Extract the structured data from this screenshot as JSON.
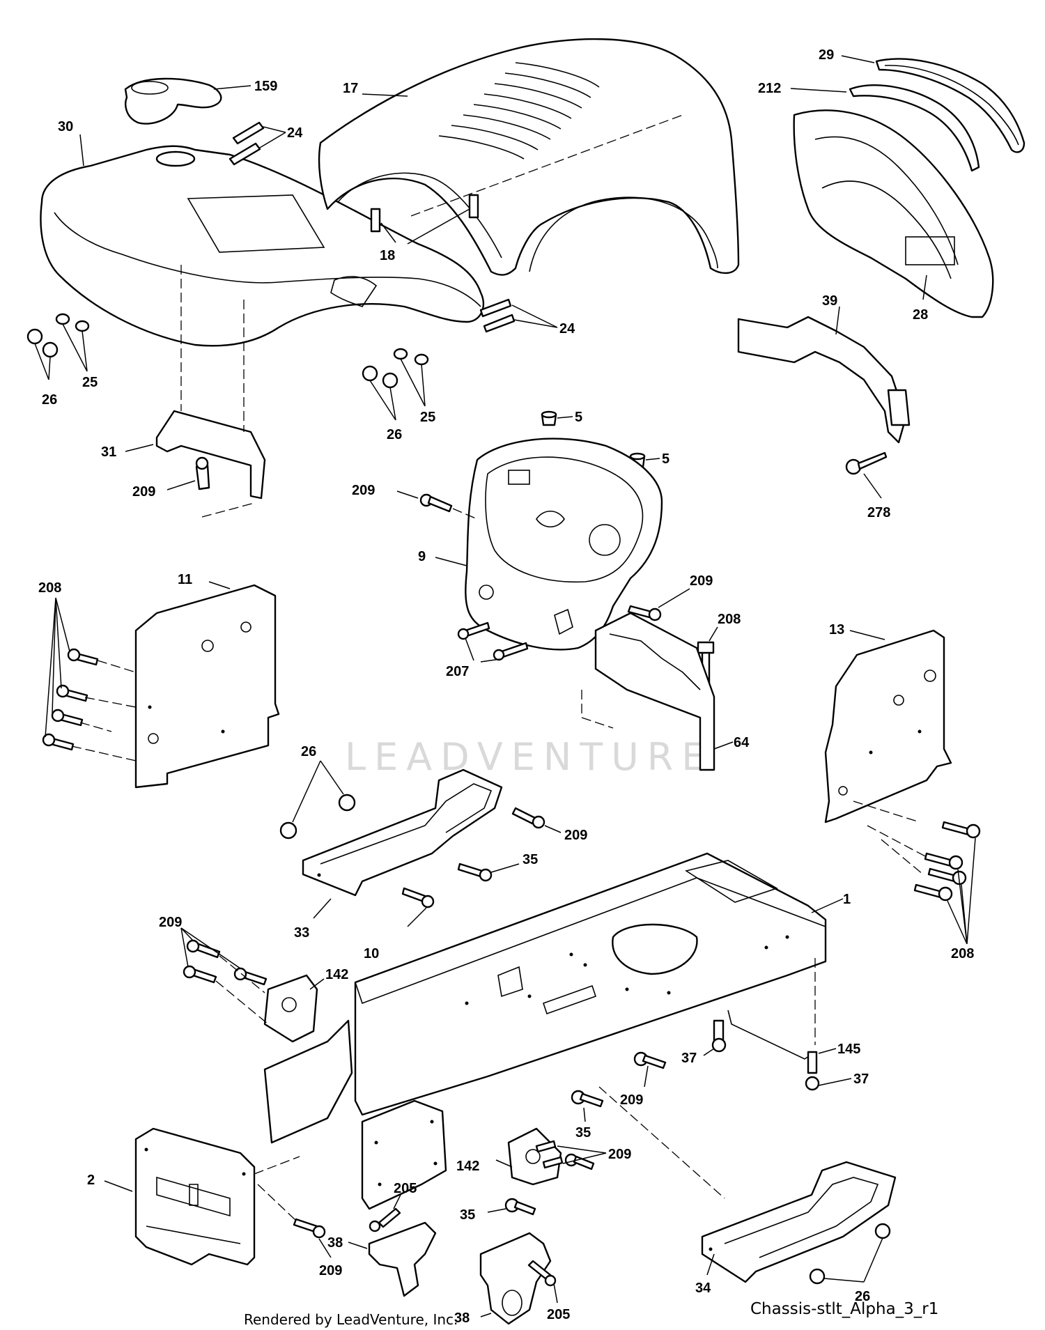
{
  "watermark": {
    "text": "LEADVENTURE"
  },
  "footer": {
    "rendered_by": "Rendered by LeadVenture, Inc.",
    "diagram_code": "Chassis-stlt_Alpha_3_r1"
  },
  "callouts": {
    "c159": "159",
    "c30": "30",
    "c24a": "24",
    "c24b": "24",
    "c17": "17",
    "c18": "18",
    "c29": "29",
    "c212": "212",
    "c28": "28",
    "c39": "39",
    "c278": "278",
    "c25a": "25",
    "c26a": "26",
    "c25b": "25",
    "c26b": "26",
    "c31": "31",
    "c209a": "209",
    "c5a": "5",
    "c5b": "5",
    "c209b": "209",
    "c9": "9",
    "c209c": "209",
    "c208a": "208",
    "c207": "207",
    "c64": "64",
    "c11": "11",
    "c208b": "208",
    "c13": "13",
    "c208c": "208",
    "c26c": "26",
    "c209d": "209",
    "c35a": "35",
    "c33": "33",
    "c10": "10",
    "c1": "1",
    "c209e": "209",
    "c142a": "142",
    "c37a": "37",
    "c145": "145",
    "c37b": "37",
    "c209f": "209",
    "c35b": "35",
    "c142b": "142",
    "c209g": "209",
    "c2": "2",
    "c205a": "205",
    "c35c": "35",
    "c38a": "38",
    "c209h": "209",
    "c38b": "38",
    "c205b": "205",
    "c34": "34",
    "c26d": "26"
  }
}
